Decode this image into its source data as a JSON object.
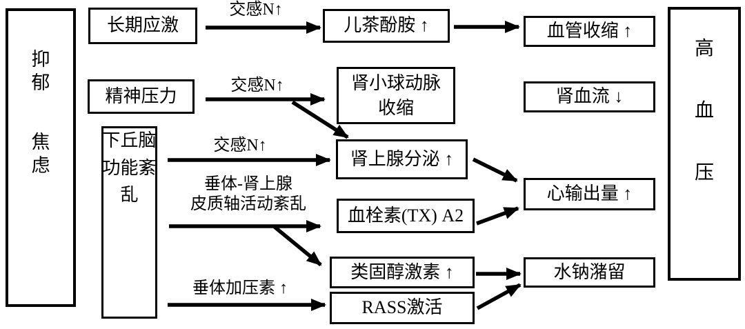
{
  "colors": {
    "background": "#ffffff",
    "line": "#000000",
    "text": "#000000"
  },
  "nodes": {
    "depression": {
      "line1": "抑郁",
      "line2": "焦虑"
    },
    "chronic_stress": {
      "label": "长期应激"
    },
    "mental_pressure": {
      "label": "精神压力"
    },
    "hypothalamus": {
      "label": "下丘脑功能紊乱"
    },
    "catecholamine": {
      "label": "儿茶酚胺 ↑"
    },
    "glomerular_artery": {
      "label": "肾小球动脉\n收缩"
    },
    "adrenal_secretion": {
      "label": "肾上腺分泌 ↑"
    },
    "thromboxane": {
      "label": "血栓素(TX) A2"
    },
    "steroid_hormone": {
      "label": "类固醇激素 ↑"
    },
    "rass_activation": {
      "label": "RASS激活"
    },
    "vasoconstriction": {
      "label": "血管收缩 ↑"
    },
    "renal_blood_flow": {
      "label": "肾血流 ↓"
    },
    "cardiac_output": {
      "label": "心输出量 ↑"
    },
    "water_sodium_retention": {
      "label": "水钠潴留"
    },
    "hypertension": {
      "label": "高血压"
    }
  },
  "edge_labels": {
    "sympathetic_n_1": "交感N↑",
    "sympathetic_n_2": "交感N↑",
    "sympathetic_n_3": "交感N↑",
    "pituitary_adrenal_axis": "垂体-肾上腺\n皮质轴活动紊乱",
    "vasopressin": "垂体加压素 ↑"
  }
}
